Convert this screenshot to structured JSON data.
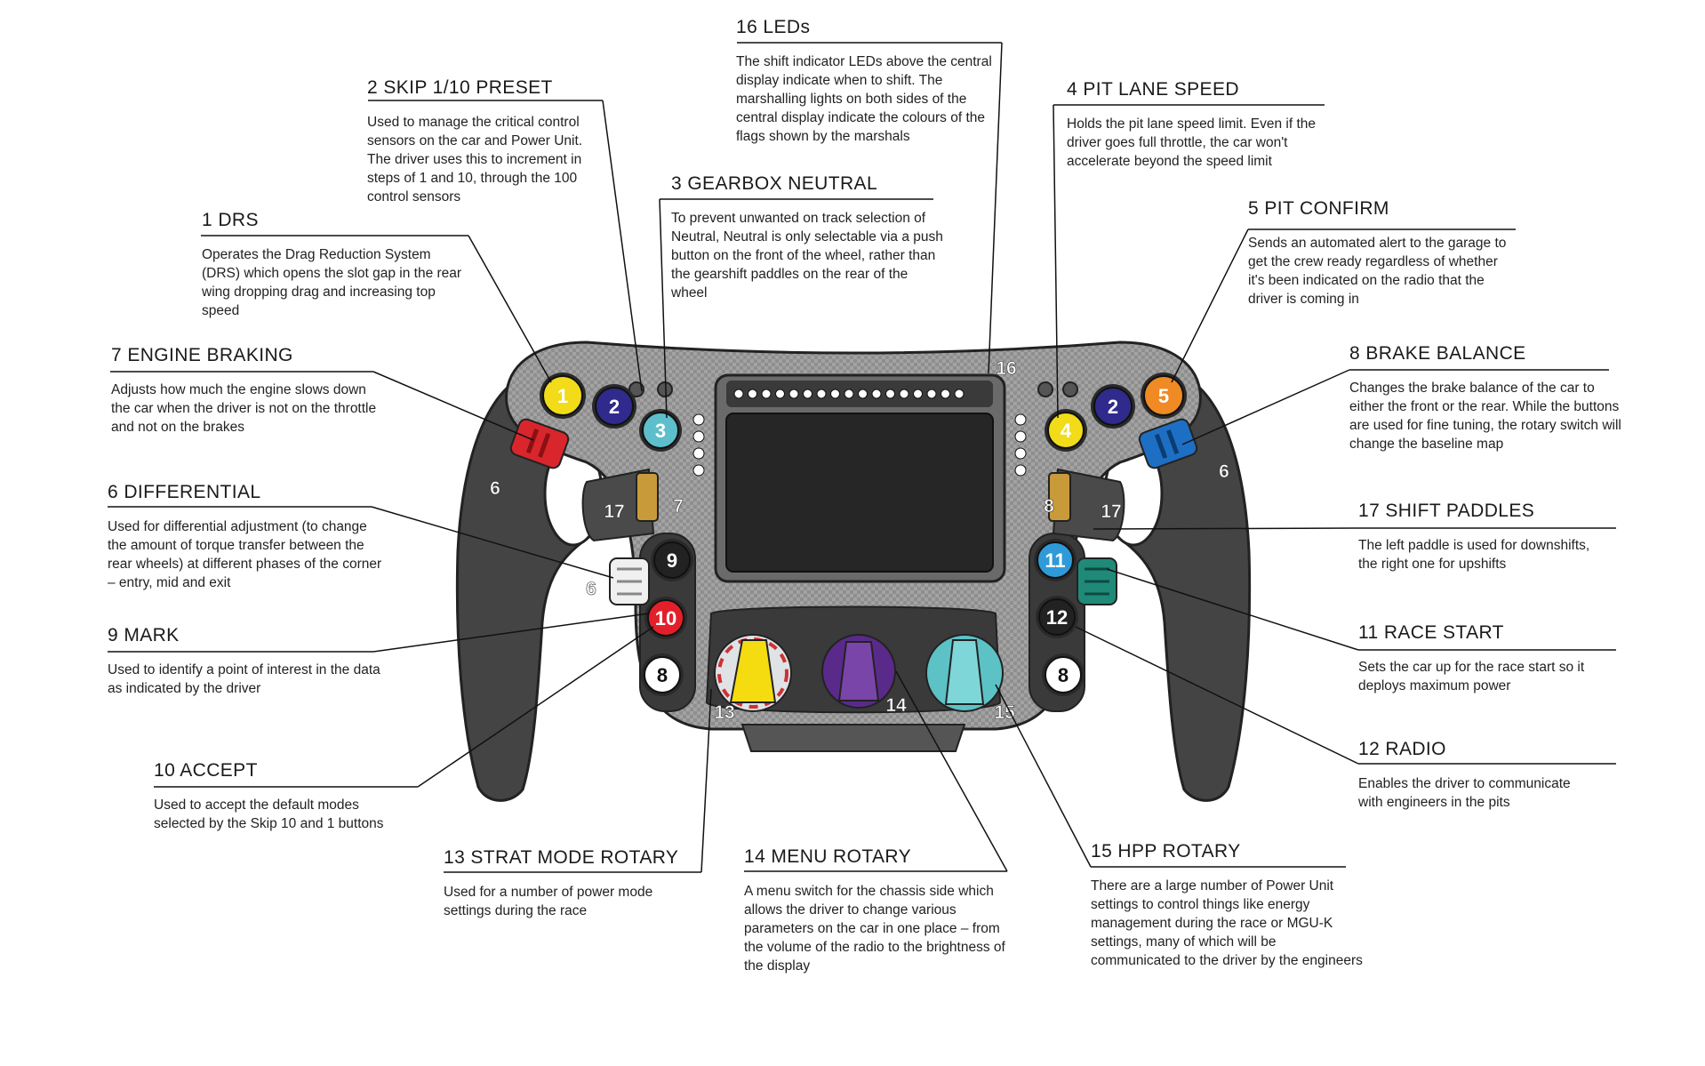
{
  "callouts": [
    {
      "id": "c1",
      "title": "1  DRS",
      "desc": "Operates the Drag Reduction System (DRS) which opens the slot gap in the rear wing dropping drag and increasing top speed"
    },
    {
      "id": "c2",
      "title": "2  SKIP 1/10 PRESET",
      "desc": "Used to manage the critical control sensors on the car and Power Unit. The driver uses this to increment in steps of 1 and 10, through the 100 control sensors"
    },
    {
      "id": "c3",
      "title": "3  GEARBOX NEUTRAL",
      "desc": "To prevent unwanted on track selection of Neutral, Neutral is only selectable via a push button on the front of the wheel, rather than the gearshift paddles on the rear of the wheel"
    },
    {
      "id": "c16",
      "title": "16  LEDs",
      "desc": "The shift indicator LEDs above the central display indicate when to shift. The marshalling lights on both sides of the central display indicate the colours of the flags shown by the marshals"
    },
    {
      "id": "c4",
      "title": "4  PIT LANE SPEED",
      "desc": "Holds the pit lane speed limit. Even if the driver goes full throttle, the car won't accelerate beyond the speed limit"
    },
    {
      "id": "c5",
      "title": "5  PIT CONFIRM",
      "desc": "Sends an automated alert to the garage to get the crew ready regardless of whether it's been indicated on the radio that the driver is coming in"
    },
    {
      "id": "c7",
      "title": "7  ENGINE BRAKING",
      "desc": "Adjusts how much the engine slows down the car when the driver is not on the throttle and not on the brakes"
    },
    {
      "id": "c8",
      "title": "8  BRAKE BALANCE",
      "desc": "Changes the brake balance of the car to either the front or the rear. While the buttons are used for fine tuning, the rotary switch will change the baseline map"
    },
    {
      "id": "c6",
      "title": "6  DIFFERENTIAL",
      "desc": "Used for differential adjustment (to change the amount of torque transfer between the rear wheels) at different phases of the corner – entry, mid and exit"
    },
    {
      "id": "c17",
      "title": "17  SHIFT PADDLES",
      "desc": "The left paddle is used for downshifts, the right one for upshifts"
    },
    {
      "id": "c9",
      "title": "9 MARK",
      "desc": "Used to identify a point of interest in the data as indicated by the driver"
    },
    {
      "id": "c11",
      "title": "11  RACE START",
      "desc": "Sets the car up for the race start so it deploys maximum power"
    },
    {
      "id": "c12",
      "title": "12  RADIO",
      "desc": "Enables the driver to communicate with engineers in the pits"
    },
    {
      "id": "c10",
      "title": "10  ACCEPT",
      "desc": "Used to accept the default modes selected by the Skip 10 and 1 buttons"
    },
    {
      "id": "c13",
      "title": "13 STRAT MODE ROTARY",
      "desc": "Used for a number of power mode settings during the race"
    },
    {
      "id": "c14",
      "title": "14 MENU ROTARY",
      "desc": "A menu switch for the chassis side which allows the driver to change various parameters on the car in one place – from the volume of the radio to the brightness of the display"
    },
    {
      "id": "c15",
      "title": "15 HPP ROTARY",
      "desc": "There are a large number of Power Unit settings to control things like energy management during the race or MGU-K settings, many of which will be communicated to the driver by the engineers"
    }
  ],
  "wheel": {
    "buttons": [
      {
        "id": "b1",
        "label": "1",
        "color": "#f2dc1a",
        "text_color": "#ffffff"
      },
      {
        "id": "b2l",
        "label": "2",
        "color": "#2f2a8c",
        "text_color": "#ffffff"
      },
      {
        "id": "b3",
        "label": "3",
        "color": "#5dbfcb",
        "text_color": "#ffffff"
      },
      {
        "id": "b2r",
        "label": "2",
        "color": "#2f2a8c",
        "text_color": "#ffffff"
      },
      {
        "id": "b4",
        "label": "4",
        "color": "#f2dc1a",
        "text_color": "#ffffff"
      },
      {
        "id": "b5",
        "label": "5",
        "color": "#f08a24",
        "text_color": "#ffffff"
      },
      {
        "id": "b9",
        "label": "9",
        "color": "#222222",
        "text_color": "#ffffff"
      },
      {
        "id": "b10",
        "label": "10",
        "color": "#e3202a",
        "text_color": "#ffffff"
      },
      {
        "id": "b8l",
        "label": "8",
        "color": "#ffffff",
        "text_color": "#111111"
      },
      {
        "id": "b11",
        "label": "11",
        "color": "#2f9ad8",
        "text_color": "#ffffff"
      },
      {
        "id": "b12",
        "label": "12",
        "color": "#222222",
        "text_color": "#ffffff"
      },
      {
        "id": "b8r",
        "label": "8",
        "color": "#ffffff",
        "text_color": "#111111"
      }
    ],
    "labels": [
      {
        "id": "l16",
        "text": "16"
      },
      {
        "id": "l6a",
        "text": "6"
      },
      {
        "id": "l6b",
        "text": "6"
      },
      {
        "id": "l6c",
        "text": "6"
      },
      {
        "id": "l7",
        "text": "7"
      },
      {
        "id": "l8",
        "text": "8"
      },
      {
        "id": "l17a",
        "text": "17"
      },
      {
        "id": "l17b",
        "text": "17"
      },
      {
        "id": "l13",
        "text": "13"
      },
      {
        "id": "l14",
        "text": "14"
      },
      {
        "id": "l15",
        "text": "15"
      }
    ],
    "rotary_colors": {
      "strat": "#f4dc10",
      "menu": "#5a2a8a",
      "hpp": "#5cc2c6",
      "engine_brake": "#d8262c",
      "brake_balance": "#1d6fc4",
      "diff": "#f0f0f0",
      "race_start": "#1f8a78"
    }
  }
}
